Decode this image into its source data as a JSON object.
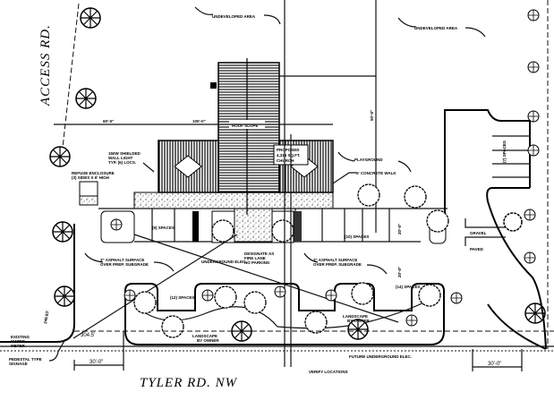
{
  "title": "Site Plan - Proposed Church",
  "roads": {
    "access": "ACCESS RD.",
    "tyler": "TYLER RD.  NW"
  },
  "labels": {
    "undeveloped_1": "UNDEVELOPED AREA",
    "undeveloped_2": "UNDEVELOPED AREA",
    "church": [
      "PROPOSED",
      "4,316 SQ.FT.",
      "CHURCH"
    ],
    "light": [
      "150W SHIELDED",
      "WALL LIGHT",
      "TYP. (6) LOCS."
    ],
    "refuse": [
      "REFUSE ENCLOSURE",
      "(3) SIDES X 6' HIGH"
    ],
    "playground": "PLAYGROUND",
    "walk": "5' CONCRETE WALK",
    "gravel": "GRAVEL",
    "paved": "PAVED",
    "asphalt_left": [
      "3\" ASPHALT SURFACE",
      "OVER PREP. SUBGRADE"
    ],
    "asphalt_right": [
      "3\" ASPHALT SURFACE",
      "OVER PREP. SUBGRADE"
    ],
    "spaces_1": "(9) SPACES",
    "spaces_2": "(10) SPACES",
    "spaces_3": "(12) SPACES",
    "spaces_4": "(14) SPACES",
    "spaces_5": "(7) SPACES",
    "landscape_1": [
      "LANDSCAPE",
      "BY OWNER"
    ],
    "landscape_2": [
      "LANDSCAPE",
      "BY OWNER"
    ],
    "future_elec": "FUTURE UNDERGROUND ELEC.",
    "underground_elec": "UNDERGROUND ELEC.",
    "fire_lane": [
      "DESIGNATE AS",
      "FIRE LANE",
      "NO PARKING"
    ],
    "pedestal": [
      "PEDESTAL TYPE",
      "SIGNAGE"
    ],
    "meter": [
      "EXISTING",
      "WATER",
      "METER"
    ],
    "verify": "VERIFY LOCATIONS",
    "roof_slope": "ROOF SLOPE"
  },
  "dimensions": {
    "d1": "60'-0\"",
    "d2": "100'-0\"",
    "d3": "304.5'",
    "d4": "30'-0\"",
    "d5": "30'-0\"",
    "d6": "20'-0\"",
    "d7": "20'-0\"",
    "d8": "249.83'",
    "d9": "50'-0\""
  }
}
